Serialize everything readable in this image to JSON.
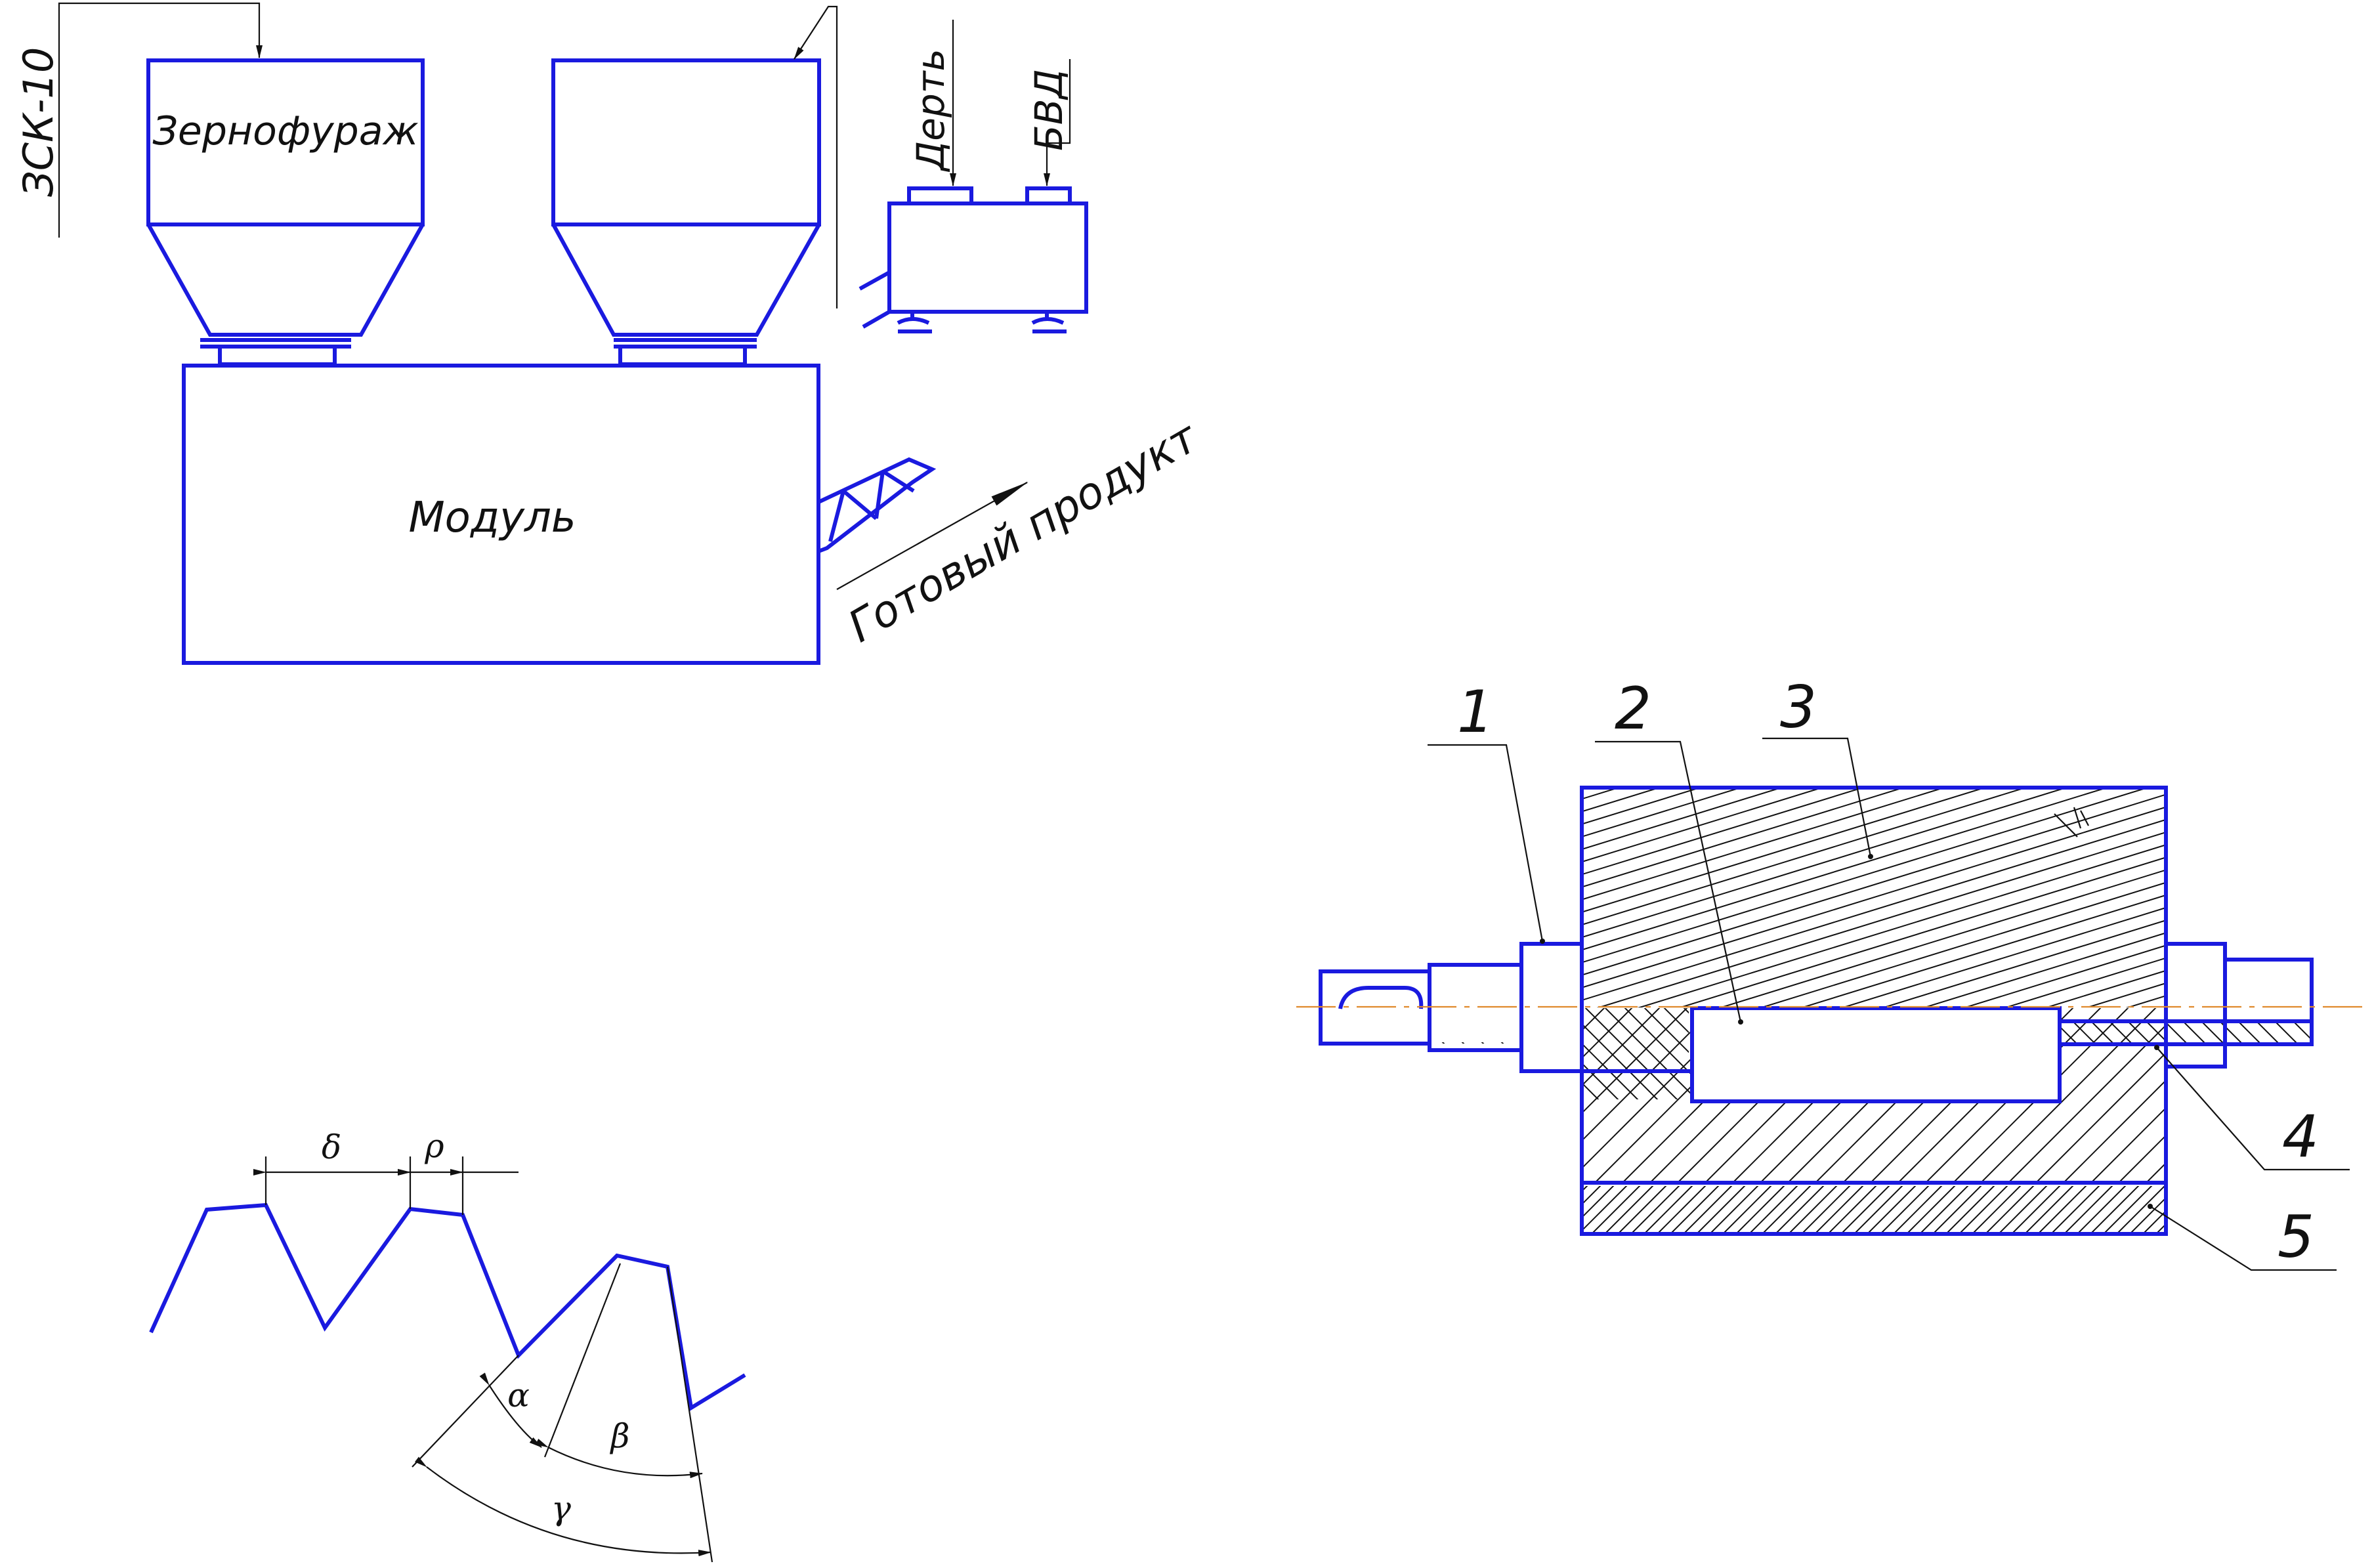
{
  "colors": {
    "outline": "#1a1adf",
    "leader": "#111111",
    "axis": "#e08a2c",
    "background": "#ffffff"
  },
  "scheme": {
    "input_zsk": "ЗСК-10",
    "hopper_grain": "Зернофураж",
    "input_dert": "Дерть",
    "input_bvd": "БВД",
    "module": "Модуль",
    "output": "Готовый продукт"
  },
  "section": {
    "callouts": [
      "1",
      "2",
      "3",
      "4",
      "5"
    ]
  },
  "teeth": {
    "delta": "δ",
    "rho": "ρ",
    "alpha": "α",
    "beta": "β",
    "gamma": "γ"
  }
}
